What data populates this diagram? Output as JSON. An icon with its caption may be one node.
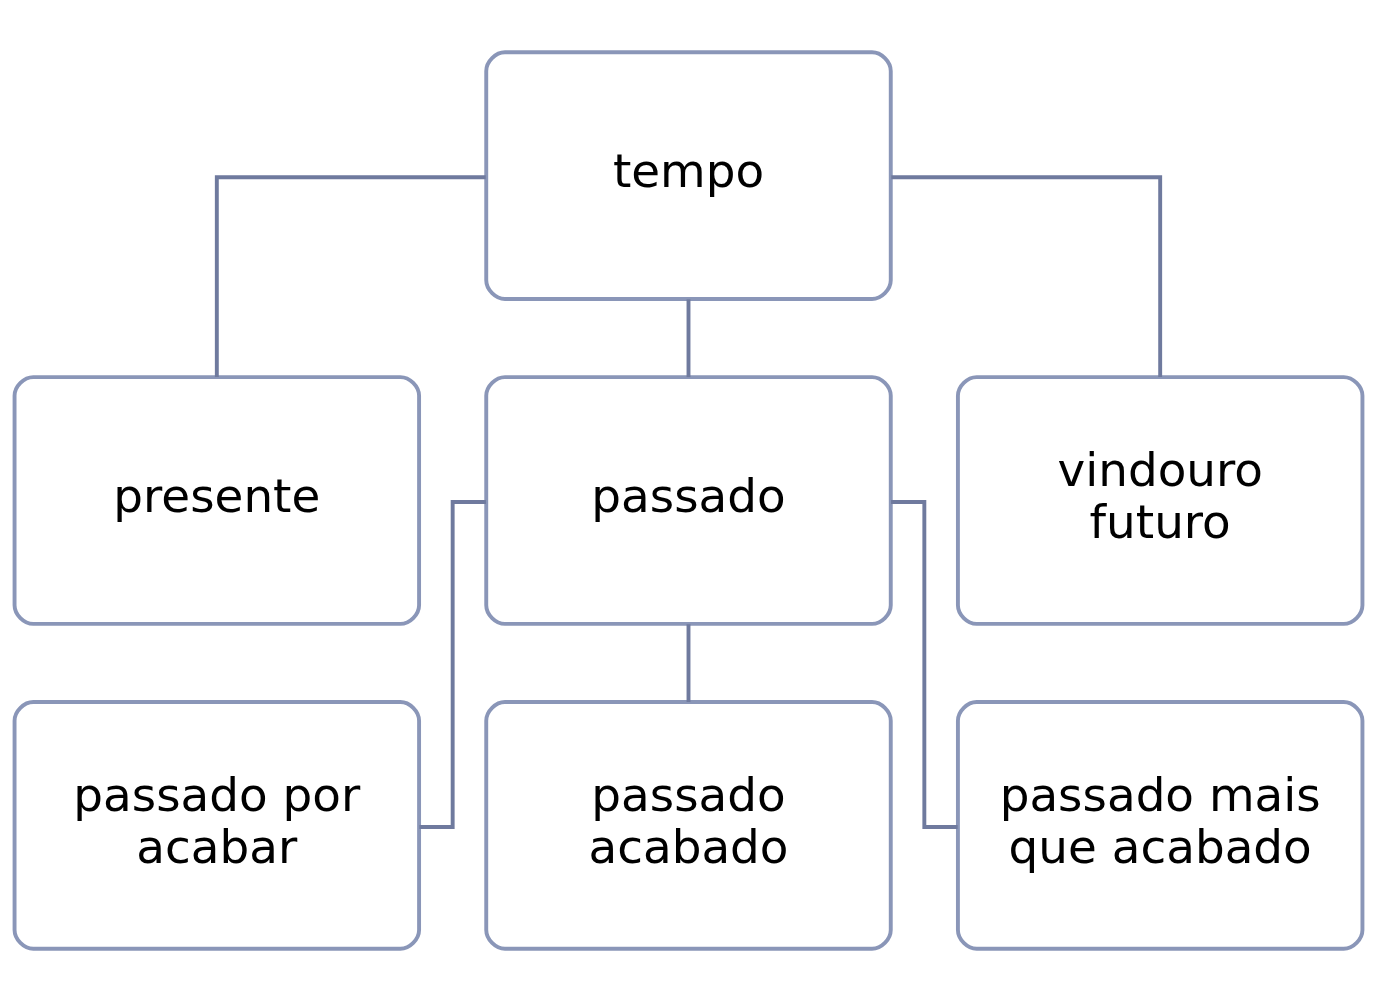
{
  "diagram": {
    "nodes": [
      {
        "text": [
          "tempo"
        ]
      },
      {
        "text": [
          "presente"
        ]
      },
      {
        "text": [
          "passado"
        ]
      },
      {
        "text": [
          "vindouro futuro"
        ]
      },
      {
        "text": [
          "passado por acabar"
        ]
      },
      {
        "text": [
          "passado acabado"
        ]
      },
      {
        "text": [
          "passado mais que acabado"
        ]
      }
    ],
    "edges": [
      {
        "from": 0,
        "to": 1,
        "arrow": "none"
      },
      {
        "from": 0,
        "to": 2,
        "arrow": "none"
      },
      {
        "from": 0,
        "to": 3,
        "arrow": "none"
      },
      {
        "from": 2,
        "to": 4,
        "arrow": "none"
      },
      {
        "from": 2,
        "to": 5,
        "arrow": "none"
      },
      {
        "from": 2,
        "to": 6,
        "arrow": "none"
      }
    ]
  }
}
